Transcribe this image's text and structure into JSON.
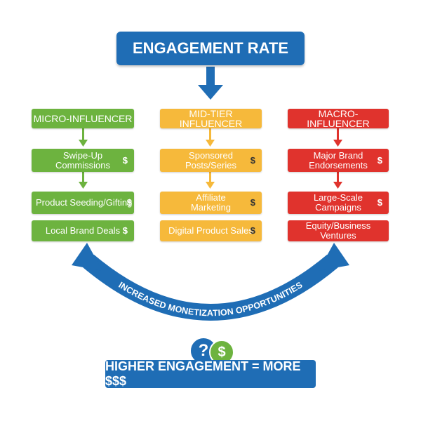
{
  "title": "ENGAGEMENT RATE",
  "columns": [
    {
      "header": "MICRO-INFLUENCER",
      "items": [
        {
          "label": "Swipe-Up Commissions",
          "symbol": "$"
        },
        {
          "label": "Product Seeding/Gifting",
          "symbol": "$"
        },
        {
          "label": "Local Brand Deals",
          "symbol": "$"
        }
      ]
    },
    {
      "header": "MID-TIER INFLUENCER",
      "items": [
        {
          "label": "Sponsored Posts/Series",
          "symbol": "$"
        },
        {
          "label": "Affiliate Marketing",
          "symbol": "$"
        },
        {
          "label": "Digital Product Sales",
          "symbol": "$"
        }
      ]
    },
    {
      "header": "MACRO-INFLUENCER",
      "items": [
        {
          "label": "Major Brand Endorsements",
          "symbol": "$"
        },
        {
          "label": "Large-Scale Campaigns",
          "symbol": "$"
        },
        {
          "label": "Equity/Business Ventures",
          "symbol": ""
        }
      ]
    }
  ],
  "arc_label": "INCREASED MONETIZATION OPPORTUNITIES",
  "badges": {
    "question": "?",
    "dollar": "$"
  },
  "footer": "HIGHER ENGAGEMENT = MORE $$$",
  "colors": {
    "blue": "#1f6db5",
    "green": "#6db33f",
    "yellow": "#f6b93b",
    "red": "#e0332d"
  }
}
